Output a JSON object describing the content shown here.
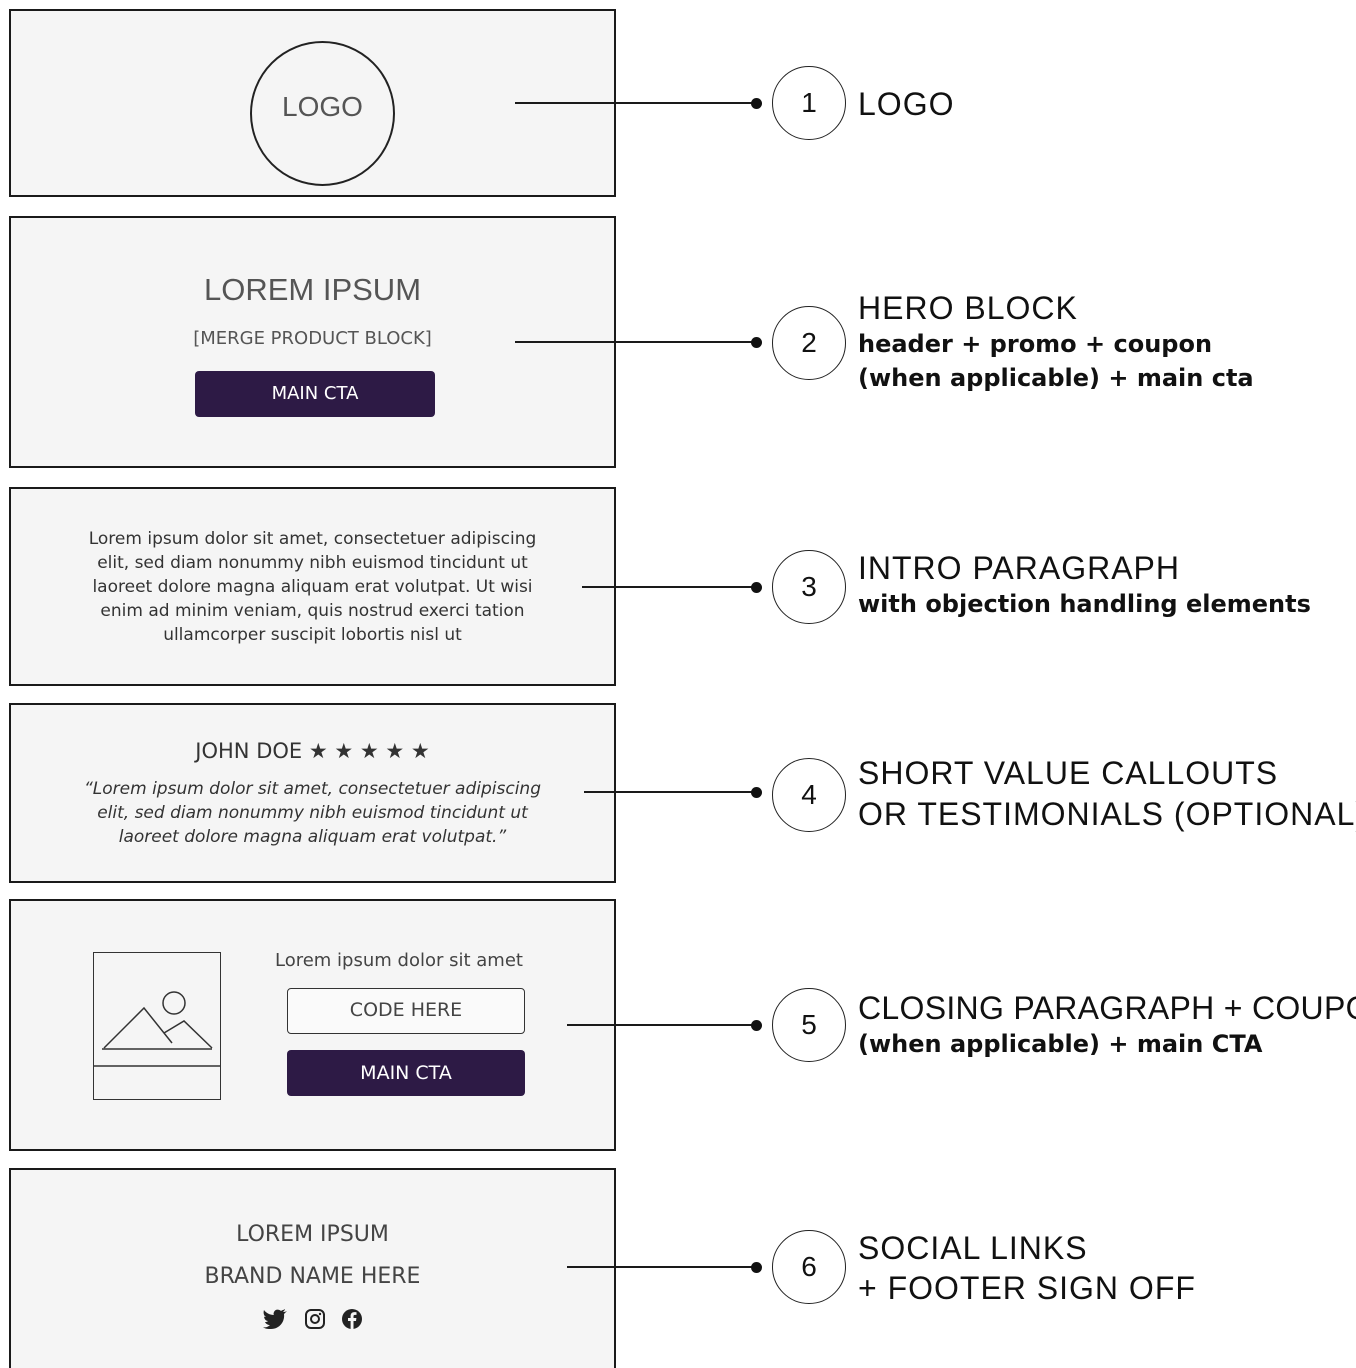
{
  "blocks": {
    "logo": {
      "logo_text": "LOGO"
    },
    "hero": {
      "title": "LOREM IPSUM",
      "merge": "[MERGE PRODUCT BLOCK]",
      "cta": "MAIN CTA"
    },
    "intro": {
      "lines": [
        "Lorem ipsum dolor sit amet, consectetuer adipiscing",
        "elit, sed diam nonummy nibh euismod tincidunt ut",
        "laoreet dolore magna aliquam erat volutpat. Ut wisi",
        "enim ad minim veniam, quis nostrud exerci tation",
        "ullamcorper suscipit lobortis nisl ut"
      ]
    },
    "testimonial": {
      "name": "JOHN DOE",
      "stars": "★ ★ ★ ★ ★",
      "rating": 5,
      "quote_lines": [
        "“Lorem ipsum dolor sit amet, consectetuer adipiscing",
        "elit, sed diam nonummy nibh euismod tincidunt ut",
        "laoreet dolore magna aliquam erat volutpat.”"
      ]
    },
    "closing": {
      "text": "Lorem ipsum dolor sit amet",
      "coupon": "CODE HERE",
      "cta": "MAIN CTA"
    },
    "footer": {
      "line1": "LOREM IPSUM",
      "line2": "BRAND NAME HERE",
      "icons": [
        "twitter-icon",
        "instagram-icon",
        "facebook-icon"
      ]
    }
  },
  "callouts": [
    {
      "number": "1",
      "title": "LOGO",
      "subtitle": ""
    },
    {
      "number": "2",
      "title": "HERO BLOCK",
      "subtitle_lines": [
        "header + promo + coupon",
        "(when applicable) + main cta"
      ]
    },
    {
      "number": "3",
      "title": "INTRO PARAGRAPH",
      "subtitle_lines": [
        "with objection handling elements"
      ]
    },
    {
      "number": "4",
      "title_lines": [
        "SHORT VALUE CALLOUTS",
        "OR TESTIMONIALS (OPTIONAL)"
      ]
    },
    {
      "number": "5",
      "title": "CLOSING PARAGRAPH + COUPON",
      "subtitle_lines": [
        "(when applicable) + main CTA"
      ]
    },
    {
      "number": "6",
      "title_lines": [
        "SOCIAL LINKS",
        "+ FOOTER SIGN OFF"
      ]
    }
  ],
  "colors": {
    "cta_bg": "#2d1a45",
    "block_bg": "#f5f5f5",
    "border": "#1a1a1a"
  }
}
